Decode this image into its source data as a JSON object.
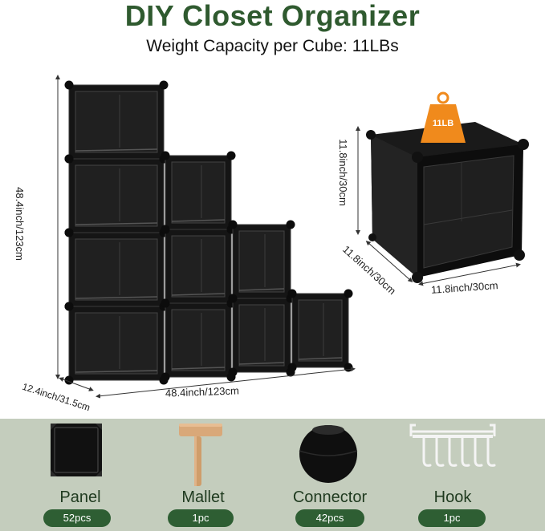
{
  "header": {
    "title": "DIY Closet Organizer",
    "subtitle": "Weight Capacity per Cube: 11LBs"
  },
  "main_unit": {
    "height_label": "48.4inch/123cm",
    "width_label": "48.4inch/123cm",
    "depth_label": "12.4inch/31.5cm"
  },
  "cube_detail": {
    "weight_badge": "11LB",
    "height_label": "11.8inch/30cm",
    "depth_label": "11.8inch/30cm",
    "width_label": "11.8inch/30cm"
  },
  "parts": [
    {
      "name": "Panel",
      "qty": "52pcs"
    },
    {
      "name": "Mallet",
      "qty": "1pc"
    },
    {
      "name": "Connector",
      "qty": "42pcs"
    },
    {
      "name": "Hook",
      "qty": "1pc"
    }
  ],
  "colors": {
    "title": "#2f5a2f",
    "cube": "#1b1b1b",
    "weight_badge": "#f08a1c",
    "band": "#c4cdbd",
    "pill": "#2e5e33"
  }
}
